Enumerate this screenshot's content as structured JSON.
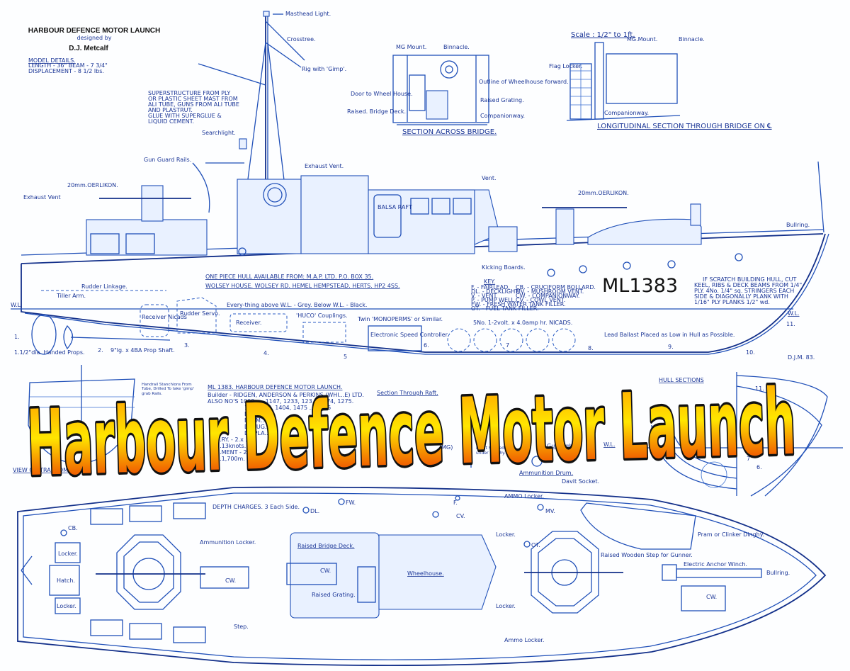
{
  "title_block": {
    "title": "HARBOUR DEFENCE MOTOR LAUNCH",
    "designed_by": "designed by",
    "designer": "D.J. Metcalf",
    "model_details_heading": "MODEL DETAILS.",
    "length_beam": "LENGTH - 36\"  BEAM - 7 3/4\"",
    "displacement": "DISPLACEMENT - 8 1/2 lbs."
  },
  "construction_note": [
    "SUPERSTRUCTURE FROM PLY",
    "OR PLASTIC SHEET MAST FROM",
    "ALI TUBE, GUNS FROM ALI TUBE",
    "AND PLASTRUT.",
    "GLUE WITH SUPERGLUE &",
    "LIQUID CEMENT."
  ],
  "profile_labels": {
    "masthead_light": "Masthead Light.",
    "crosstree": "Crosstree.",
    "rig": "Rig with 'Gimp'.",
    "searchlight": "Searchlight.",
    "gun_guard_rails": "Gun Guard Rails.",
    "exhaust_vent_top": "Exhaust Vent.",
    "oerlikon_aft": "20mm.OERLIKON.",
    "exhaust_vent_aft": "Exhaust Vent",
    "vent": "Vent.",
    "balsa_raft": "BALSA RAFT",
    "oerlikon_fwd": "20mm.OERLIKON.",
    "bullring": "Bullring.",
    "kicking_boards": "Kicking Boards."
  },
  "section_across_bridge": {
    "caption": "SECTION ACROSS BRIDGE.",
    "mg_mount": "MG Mount.",
    "binnacle": "Binnacle.",
    "door": "Door to Wheel House.",
    "raised_bridge_deck": "Raised. Bridge Deck.",
    "outline": "Outline of Wheelhouse forward.",
    "raised_grating": "Raised Grating.",
    "companionway": "Companionway."
  },
  "longitudinal_section": {
    "scale": "Scale : 1/2\" to 1ft.",
    "caption": "LONGITUDINAL SECTION THROUGH BRIDGE ON ℄",
    "mg_mount": "MG.Mount.",
    "binnacle": "Binnacle.",
    "flag_locker": "Flag Locker.",
    "companionway": "Companionway."
  },
  "hull_notes": {
    "supplier_line1": "ONE PIECE HULL AVAILABLE FROM: M.A.P. LTD. P.O. BOX 35.",
    "supplier_line2": "WOLSEY HOUSE. WOLSEY RD. HEMEL HEMPSTEAD. HERTS. HP2 4SS.",
    "paint_note": "Every-thing above W.L. - Grey.   Below W.L. - Black.",
    "hull_number": "ML1383",
    "scratch_note": [
      "IF SCRATCH BUILDING HULL, CUT",
      "KEEL, RIBS & DECK BEAMS FROM 1/4\"",
      "PLY. 4No. 1/4\" sq. STRINGERS EACH",
      "SIDE & DIAGONALLY PLANK WITH",
      "1/16\" PLY PLANKS 1/2\" wd."
    ],
    "waterline": "W.L.",
    "initials": "D.J.M. 83."
  },
  "key": {
    "heading": "KEY.",
    "left": [
      "F. - FAIRLEAD.",
      "DL. - DECKLIGHT.",
      "V. - VENT.",
      "P. - PUMP WELL.",
      "FW. - FRESH WATER TANK FILLER.",
      "OT. - FUEL TANK FILLER."
    ],
    "right": [
      "CB. - CRUCIFORM BOLLARD.",
      "MV. - MUSHROOM VENT.",
      "CW. - COMPANIONWAY.",
      "CV. - COWL VENT."
    ]
  },
  "internal_labels": {
    "rudder_linkage": "Rudder Linkage.",
    "tiller_arm": "Tiller Arm.",
    "receiver_nicads": "Receiver Nicads",
    "rudder_servo": "Rudder Servo.",
    "receiver": "Receiver.",
    "huco": "'HUCO' Couplings.",
    "monoperms": "Twin 'MONOPERMS' or Similar.",
    "esc": "Electronic Speed Controller.",
    "batteries": "5No. 1-2volt. x 4.0amp hr. NICADS.",
    "ballast": "Lead Ballast Placed as Low in Hull as Possible.",
    "props": "1.1/2\"dia. Handed Props.",
    "prop_shaft": "9\"lg. x 4BA Prop Shaft."
  },
  "stations": [
    "1.",
    "2.",
    "3.",
    "4.",
    "5",
    "6.",
    "7",
    "8.",
    "9.",
    "10.",
    "11."
  ],
  "specs": {
    "heading": "ML 1383. HARBOUR DEFENCE MOTOR LAUNCH.",
    "builder": "Builder - RIDGEN, ANDERSON & PERKINS (WHI...E) LTD.",
    "also": "ALSO NO'S 1009, ... 1147, 1233, 123... 1274, 1275.",
    "also2": "1383, ...3, 1404, 1475 ... 1476",
    "fragments": [
      "LENGT...",
      "BEAM...",
      "DRAUG...",
      "DISPLA...",
      "...RY. - 2.x ...",
      "...13knots. ...",
      "...MENT - 2oft...",
      "...1,700m. ..."
    ]
  },
  "transom_view": {
    "caption": "VIEW ON TRANSOM.",
    "handrail": "Handrail Stanchions From Tube, Drilled To take 'gimp' grab Rails."
  },
  "misc_labels": {
    "section_through_raft": "Section Through Raft.",
    "mg": "(MG)",
    "davit": "Davit Stowed under Dinghy.",
    "gun_sight": "Gun Sight.",
    "ammunition_drum": "Ammunition Drum.",
    "davit_socket": "Davit Socket."
  },
  "hull_sections": {
    "caption": "HULL SECTIONS",
    "waterline": "W.L.",
    "labels": [
      "11.",
      "9",
      "7",
      "6."
    ]
  },
  "deck_plan": {
    "depth_charges": "DEPTH CHARGES. 3 Each Side.",
    "locker": "Locker.",
    "hatch": "Hatch.",
    "ammunition_locker": "Ammunition Locker.",
    "cw": "CW.",
    "raised_bridge_deck": "Raised Bridge Deck.",
    "raised_grating": "Raised Grating.",
    "step": "Step.",
    "wheelhouse": "Wheelhouse.",
    "ammo_locker": "AMMO Locker.",
    "ammo_locker_lower": "Ammo Locker.",
    "raised_step": "Raised Wooden Step for Gunner.",
    "dinghy": "Pram or Clinker Dinghy.",
    "anchor_winch": "Electric Anchor Winch.",
    "bullring": "Bullring.",
    "small": {
      "cb": "CB.",
      "dl": "DL.",
      "fw": "FW.",
      "cv": "CV.",
      "mv": "MV.",
      "ot": "OT.",
      "f": "F."
    }
  },
  "banner": {
    "text": "Harbour Defence Motor Launch",
    "gradient_top": "#ff9a00",
    "gradient_mid": "#ffe600",
    "gradient_bottom": "#e81400",
    "outline": "#111111"
  },
  "colors": {
    "line": "#2050b8",
    "text": "#1a3596"
  }
}
